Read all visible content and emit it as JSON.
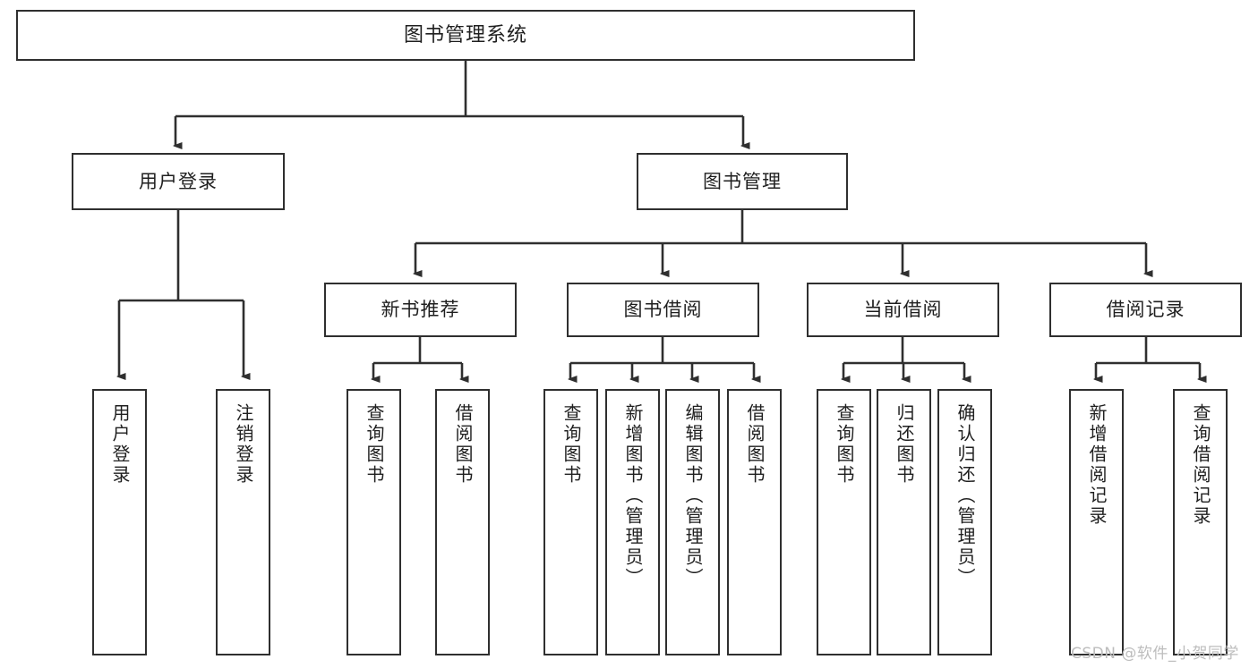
{
  "diagram": {
    "title": "图书管理系统",
    "type": "tree-hierarchy",
    "orientation": "top-down",
    "colors": {
      "background": "#ffffff",
      "box_border": "#2f2f2f",
      "box_fill": "#ffffff",
      "edge": "#2f2f2f",
      "text": "#1f1f1f",
      "watermark": "#bdbdbd"
    }
  },
  "nodes": {
    "root": {
      "label": "图书管理系统"
    },
    "level1": [
      {
        "label": "用户登录"
      },
      {
        "label": "图书管理"
      }
    ],
    "level2": [
      {
        "label": "新书推荐"
      },
      {
        "label": "图书借阅"
      },
      {
        "label": "当前借阅"
      },
      {
        "label": "借阅记录"
      }
    ],
    "leaves": {
      "user_login": [
        {
          "label": "用户登录"
        },
        {
          "label": "注销登录"
        }
      ],
      "new_book_recommend": [
        {
          "label": "查询图书"
        },
        {
          "label": "借阅图书"
        }
      ],
      "book_borrow": [
        {
          "label": "查询图书"
        },
        {
          "label": "新增图书（管理员）"
        },
        {
          "label": "编辑图书（管理员）"
        },
        {
          "label": "借阅图书"
        }
      ],
      "current_borrow": [
        {
          "label": "查询图书"
        },
        {
          "label": "归还图书"
        },
        {
          "label": "确认归还（管理员）"
        }
      ],
      "borrow_record": [
        {
          "label": "新增借阅记录"
        },
        {
          "label": "查询借阅记录"
        }
      ]
    }
  },
  "watermark": {
    "text": "CSDN @软件_小贺同学"
  }
}
